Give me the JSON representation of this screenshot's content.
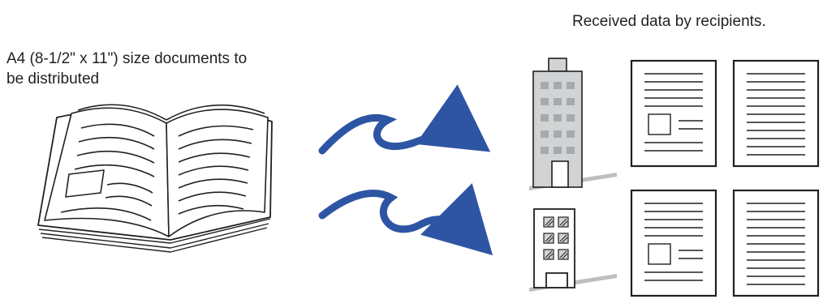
{
  "source": {
    "line1": "A4 (8-1/2\" x 11\") size documents to",
    "line2": "be distributed"
  },
  "received_caption": "Received data by recipients.",
  "colors": {
    "arrow": "#2e55a4",
    "outline": "#231f20",
    "tall_building_fill": "#d1d3d4",
    "window_fill": "#a7a9ac",
    "shadow": "#bcbec0",
    "page_fill": "#ffffff"
  },
  "icons": {
    "source": "open-book-icon",
    "arrows": "curved-arrow-icon",
    "recipient_1": "tall-office-building-icon",
    "recipient_2": "small-building-icon",
    "received_pages": "document-page-icon"
  }
}
